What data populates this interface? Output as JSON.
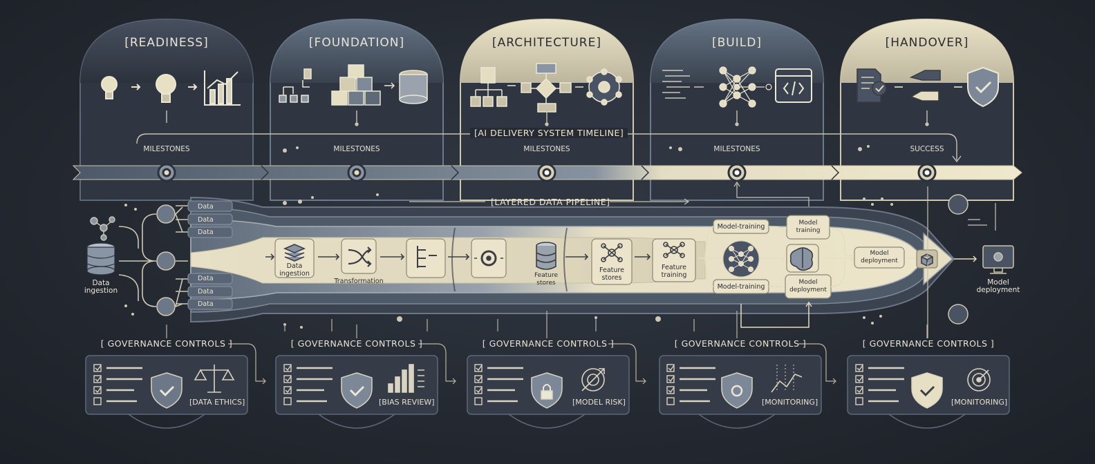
{
  "phases": [
    {
      "title": "[READINESS]",
      "milestone": "MILESTONES",
      "governance": {
        "heading": "[ GOVERNANCE CONTROLS ]",
        "label": "[DATA ETHICS]"
      }
    },
    {
      "title": "[FOUNDATION]",
      "milestone": "MILESTONES",
      "governance": {
        "heading": "[ GOVERNANCE CONTROLS ]",
        "label": "[BIAS REVIEW]"
      }
    },
    {
      "title": "[ARCHITECTURE]",
      "milestone": "MILESTONES",
      "governance": {
        "heading": "[ GOVERNANCE CONTROLS ]",
        "label": "[MODEL RISK]"
      }
    },
    {
      "title": "[BUILD]",
      "milestone": "MILESTONES",
      "governance": {
        "heading": "[ GOVERNANCE CONTROLS ]",
        "label": "[MONITORING]"
      }
    },
    {
      "title": "[HANDOVER]",
      "milestone": "SUCCESS",
      "governance": {
        "heading": "[ GOVERNANCE CONTROLS ]",
        "label": "[MONITORING]"
      }
    }
  ],
  "timeline_label": "[AI DELIVERY SYSTEM TIMELINE]",
  "pipeline_label": "[LAYERED DATA PIPELINE]",
  "pipeline": {
    "source_label": "Data\ningestion",
    "data_labels": [
      "Data",
      "Data",
      "Data",
      "Data",
      "Data",
      "Data"
    ],
    "stages": {
      "ingestion": "Data\ningestion",
      "transformation": "Transformation",
      "feature_stores_a": "Feature\nstores",
      "feature_stores_b": "Feature\nstores",
      "feature_training": "Feature\ntraining",
      "model_training_top": "Model-training",
      "model_training_bottom": "Model-training",
      "model_training_right": "Model\ntraining",
      "model_deployment_right": "Model\ndeployment",
      "model_deployment_arrow": "Model\ndeployment",
      "model_deployment_end": "Model\ndeployment"
    }
  },
  "colors": {
    "background": "#22272f",
    "panel_dark": "#3a4250",
    "panel_blue": "#556273",
    "cream": "#e9e2c8",
    "accent": "#d9d2b6"
  }
}
